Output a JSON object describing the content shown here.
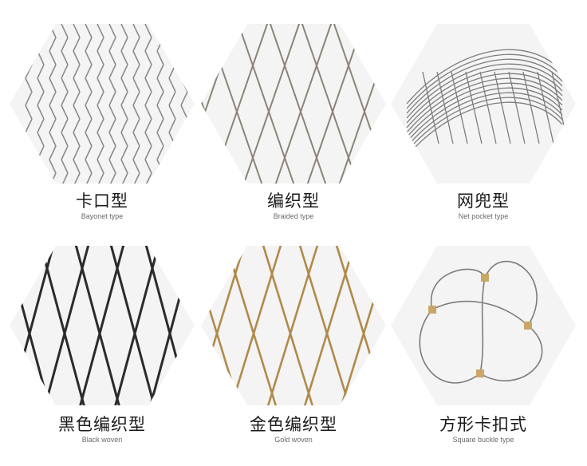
{
  "products": [
    {
      "title": "卡口型",
      "subtitle": "Bayonet type",
      "image": "bayonet-mesh-image"
    },
    {
      "title": "编织型",
      "subtitle": "Braided type",
      "image": "braided-mesh-image"
    },
    {
      "title": "网兜型",
      "subtitle": "Net pocket type",
      "image": "net-pocket-mesh-image"
    },
    {
      "title": "黑色编织型",
      "subtitle": "Black woven",
      "image": "black-woven-mesh-image"
    },
    {
      "title": "金色编织型",
      "subtitle": "Gold woven",
      "image": "gold-woven-mesh-image"
    },
    {
      "title": "方形卡扣式",
      "subtitle": "Square buckle type",
      "image": "square-buckle-mesh-image"
    }
  ],
  "colors": {
    "steel": "#8c8c8c",
    "black": "#2b2b2b",
    "gold": "#b08a4a",
    "hex_bg": "#f4f4f4"
  }
}
